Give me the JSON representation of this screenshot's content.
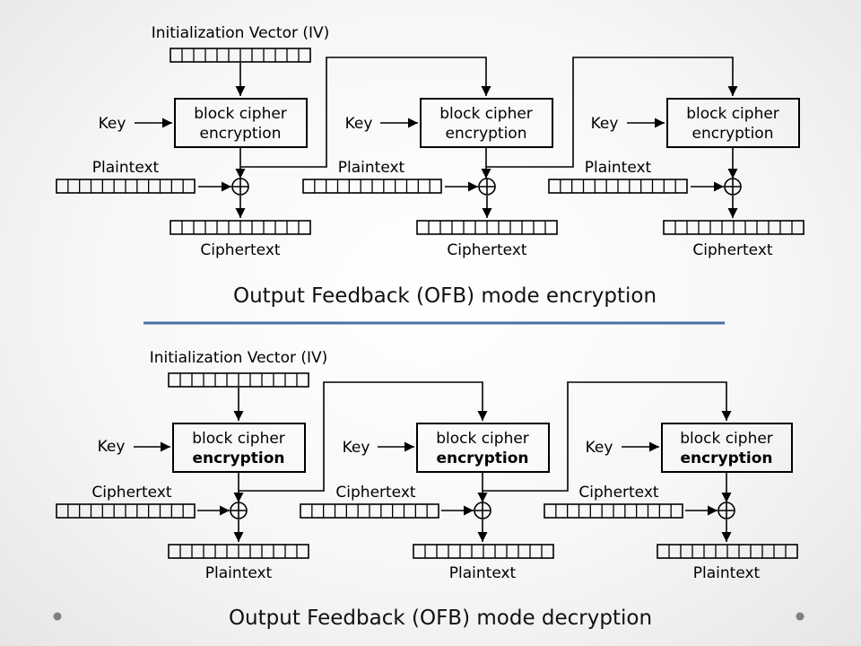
{
  "colors": {
    "divider": "#4a6fa5",
    "dot": "#808080",
    "ink": "#000000"
  },
  "encryption": {
    "iv_label": "Initialization Vector (IV)",
    "key_label": "Key",
    "box_line1": "block cipher",
    "box_line2": "encryption",
    "input_label": "Plaintext",
    "output_label": "Ciphertext",
    "caption": "Output Feedback (OFB) mode encryption",
    "box_line2_bold": false
  },
  "decryption": {
    "iv_label": "Initialization Vector (IV)",
    "key_label": "Key",
    "box_line1": "block cipher",
    "box_line2": "encryption",
    "input_label": "Ciphertext",
    "output_label": "Plaintext",
    "caption": "Output Feedback (OFB) mode decryption",
    "box_line2_bold": true
  },
  "icons": {
    "xor": "xor-icon",
    "arrow": "arrowhead-icon",
    "bullet": "bullet-dot-icon"
  }
}
